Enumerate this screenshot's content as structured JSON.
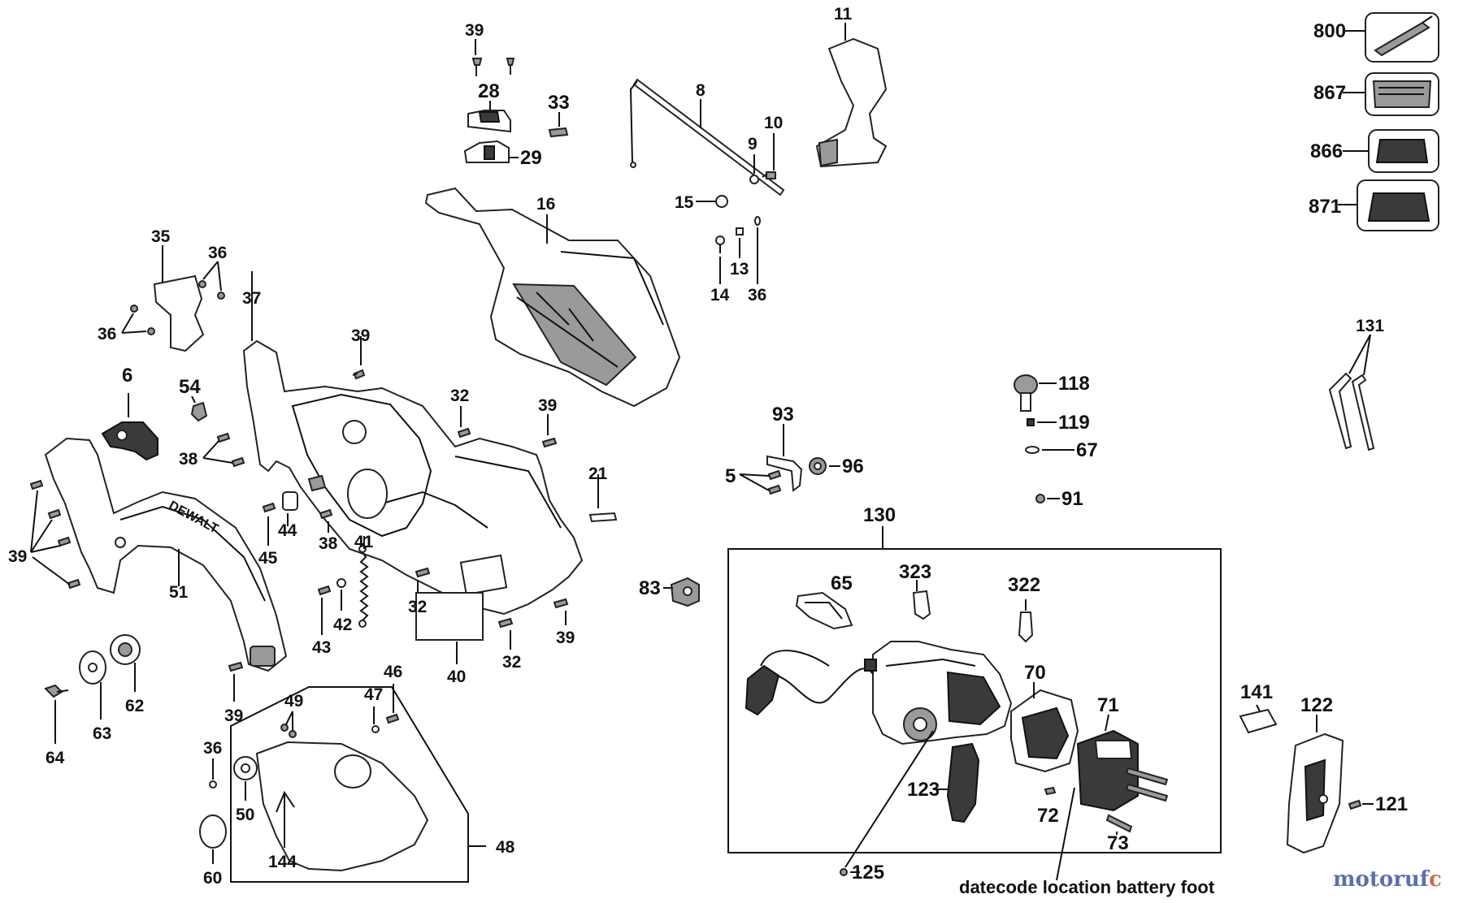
{
  "labels": {
    "p800": "800",
    "p867": "867",
    "p866": "866",
    "p871": "871",
    "p11": "11",
    "p39a": "39",
    "p28": "28",
    "p33": "33",
    "p29": "29",
    "p8": "8",
    "p9": "9",
    "p10": "10",
    "p15": "15",
    "p16": "16",
    "p14": "14",
    "p13": "13",
    "p36a": "36",
    "p35": "35",
    "p36b": "36",
    "p36c": "36",
    "p37": "37",
    "p39b": "39",
    "p6": "6",
    "p54": "54",
    "p32a": "32",
    "p39c": "39",
    "p38a": "38",
    "p21": "21",
    "p39d": "39",
    "p44": "44",
    "p45": "45",
    "p38b": "38",
    "p41": "41",
    "p51": "51",
    "p42": "42",
    "p43": "43",
    "p32b": "32",
    "p40": "40",
    "p32c": "32",
    "p39e": "39",
    "p62": "62",
    "p63": "63",
    "p64": "64",
    "p39f": "39",
    "p49": "49",
    "p47": "47",
    "p46": "46",
    "p36d": "36",
    "p50": "50",
    "p144": "144",
    "p48": "48",
    "p60": "60",
    "p93": "93",
    "p5": "5",
    "p96": "96",
    "p118": "118",
    "p119": "119",
    "p67": "67",
    "p91": "91",
    "p131": "131",
    "p130": "130",
    "p83": "83",
    "p65": "65",
    "p323": "323",
    "p322": "322",
    "p70": "70",
    "p71": "71",
    "p123": "123",
    "p72": "72",
    "p73": "73",
    "p125": "125",
    "p141": "141",
    "p122": "122",
    "p121": "121"
  },
  "caption": "datecode location battery foot",
  "brand_text": "DEWALT",
  "watermark": {
    "main": "motoruf",
    "sub": "c"
  }
}
